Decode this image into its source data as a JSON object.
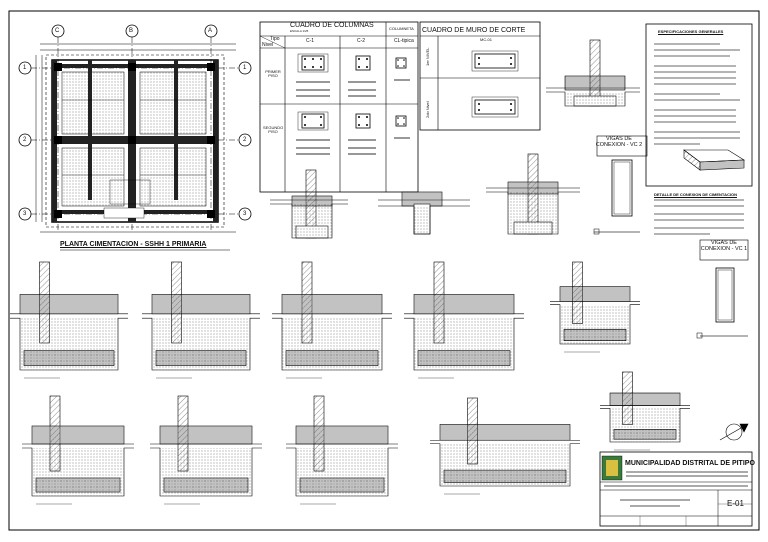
{
  "plan": {
    "title": "PLANTA CIMENTACION - SSHH 1 PRIMARIA",
    "axes_letters": [
      "C",
      "B",
      "A"
    ],
    "axes_numbers": [
      "1",
      "2",
      "3"
    ]
  },
  "cuadro_columnas": {
    "title": "CUADRO DE COLUMNAS",
    "scale": "ESCALA 1/25",
    "tipo": "Tipo",
    "nivel": "Nivel",
    "columns": [
      "C-1",
      "C-2",
      "CL-tipica"
    ],
    "extra_col": "COLUMNETA",
    "rows": [
      "PRIMER PISO",
      "SEGUNDO PISO"
    ]
  },
  "cuadro_muro": {
    "title": "CUADRO DE MURO DE CORTE",
    "col_label": "MC-01",
    "rows": [
      "1er NIVEL",
      "2do Nivel"
    ]
  },
  "vigas": [
    {
      "title": "VIGAS DE CONEXION - VC 2"
    },
    {
      "title": "VIGAS DE CONEXION - VC 1"
    }
  ],
  "notes": {
    "title": "ESPECIFICACIONES GENERALES",
    "detail_title": "DETALLE DE CONEXION DE CIMENTACION"
  },
  "title_block": {
    "entity": "MUNICIPALIDAD DISTRITAL DE PITIPO",
    "sheet_code": "E-01"
  }
}
